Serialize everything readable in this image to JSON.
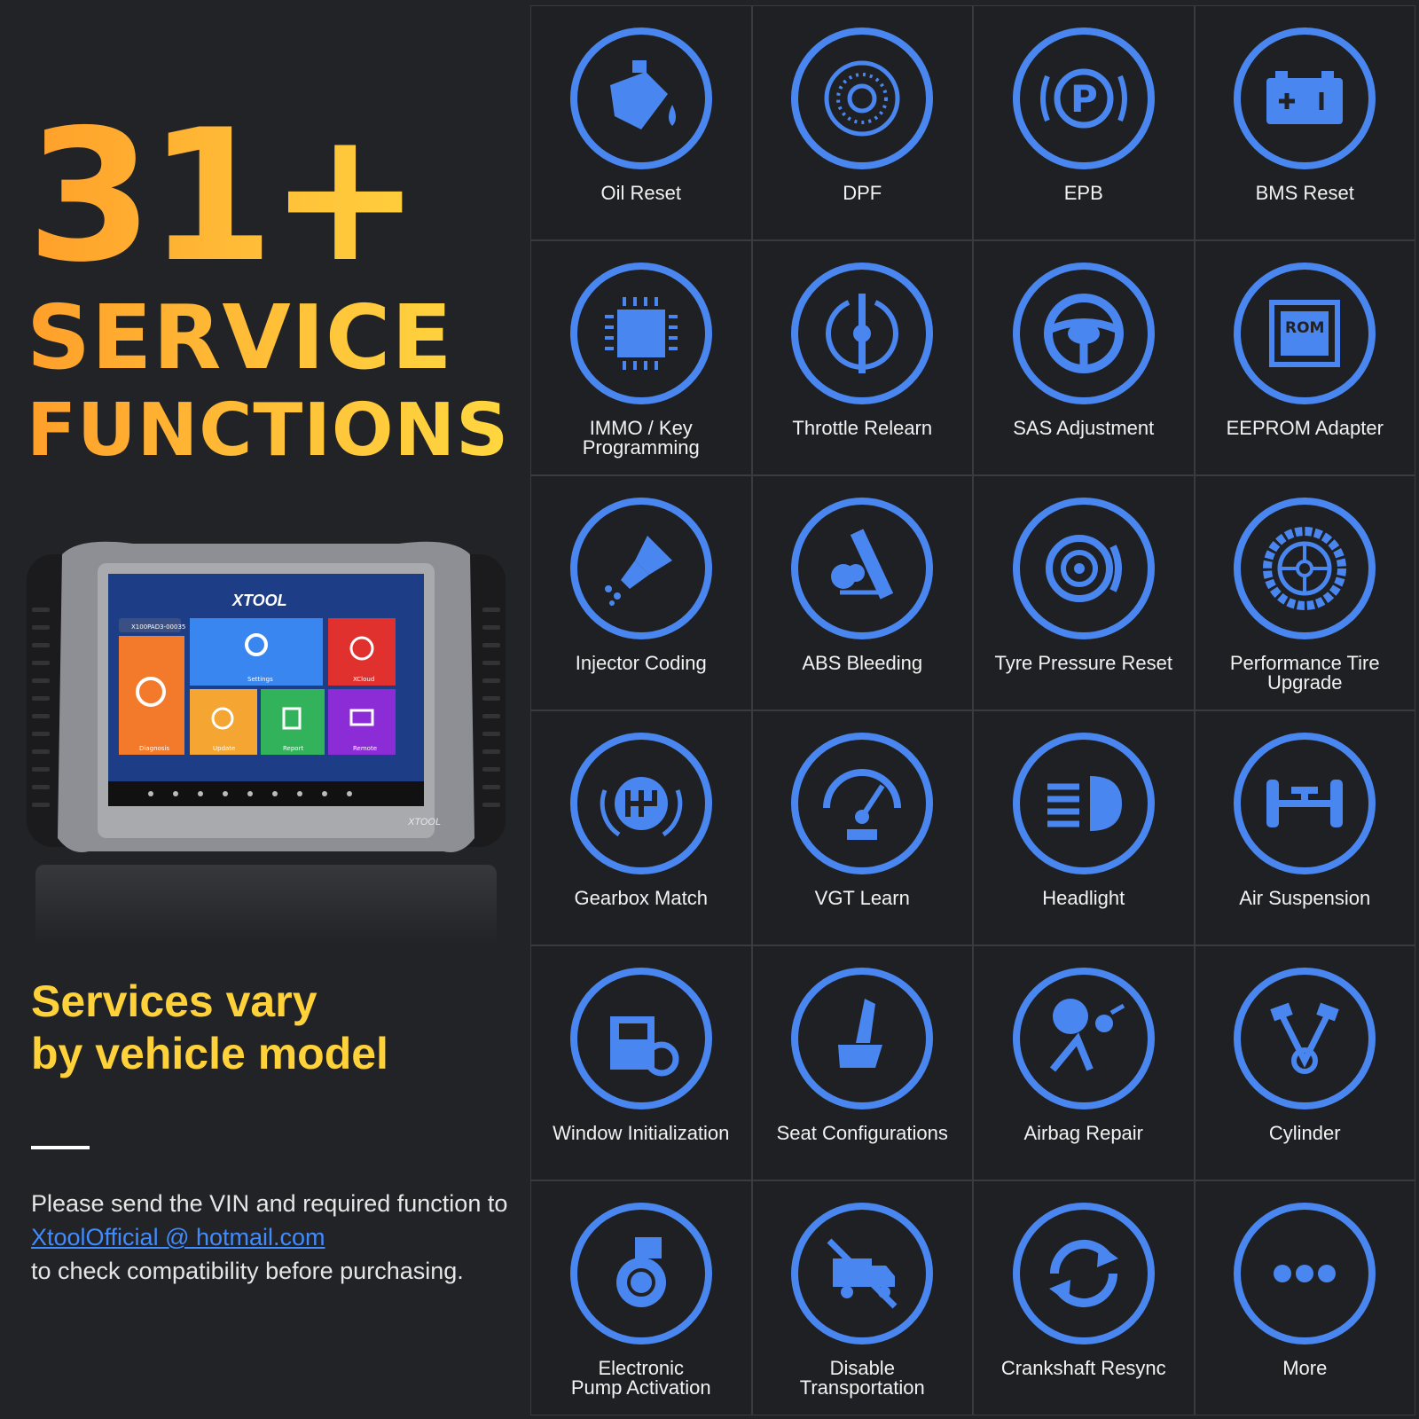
{
  "headline": {
    "number": "31+",
    "line1": "SERVICE",
    "line2": "FUNCTIONS"
  },
  "device": {
    "brand": "XTOOL",
    "serial": "X100PAD3-00035",
    "tiles": [
      "Settings",
      "XCloud",
      "Diagnosis",
      "Update",
      "Report",
      "Remote"
    ],
    "bezel_brand": "XTOOL"
  },
  "vary": {
    "line1": "Services vary",
    "line2": "by vehicle model"
  },
  "note": {
    "line1": "Please send the VIN and required function to",
    "email": "XtoolOfficial @ hotmail.com",
    "line3": "to check compatibility before purchasing."
  },
  "colors": {
    "accent": "#4a86f0",
    "headline_start": "#ff9f2a",
    "headline_end": "#ffd93f",
    "vary": "#ffd23a",
    "link": "#3f8bff"
  },
  "functions": [
    {
      "label": "Oil Reset",
      "icon": "oil-can-icon"
    },
    {
      "label": "DPF",
      "icon": "dpf-filter-icon"
    },
    {
      "label": "EPB",
      "icon": "parking-brake-icon"
    },
    {
      "label": "BMS Reset",
      "icon": "battery-icon"
    },
    {
      "label": "IMMO / Key\nProgramming",
      "icon": "chip-icon"
    },
    {
      "label": "Throttle Relearn",
      "icon": "throttle-icon"
    },
    {
      "label": "SAS Adjustment",
      "icon": "steering-wheel-icon"
    },
    {
      "label": "EEPROM Adapter",
      "icon": "rom-icon"
    },
    {
      "label": "Injector Coding",
      "icon": "injector-icon"
    },
    {
      "label": "ABS Bleeding",
      "icon": "abs-bleeding-icon"
    },
    {
      "label": "Tyre Pressure Reset",
      "icon": "tyre-pressure-icon"
    },
    {
      "label": "Performance Tire\nUpgrade",
      "icon": "tire-icon"
    },
    {
      "label": "Gearbox Match",
      "icon": "gearbox-icon"
    },
    {
      "label": "VGT Learn",
      "icon": "gauge-icon"
    },
    {
      "label": "Headlight",
      "icon": "headlight-icon"
    },
    {
      "label": "Air Suspension",
      "icon": "axle-icon"
    },
    {
      "label": "Window Initialization",
      "icon": "car-door-icon"
    },
    {
      "label": "Seat Configurations",
      "icon": "seat-icon"
    },
    {
      "label": "Airbag Repair",
      "icon": "airbag-icon"
    },
    {
      "label": "Cylinder",
      "icon": "cylinder-icon"
    },
    {
      "label": "Electronic\nPump Activation",
      "icon": "pump-icon"
    },
    {
      "label": "Disable\nTransportation",
      "icon": "no-truck-icon"
    },
    {
      "label": "Crankshaft Resync",
      "icon": "resync-icon"
    },
    {
      "label": "More",
      "icon": "more-icon"
    }
  ]
}
